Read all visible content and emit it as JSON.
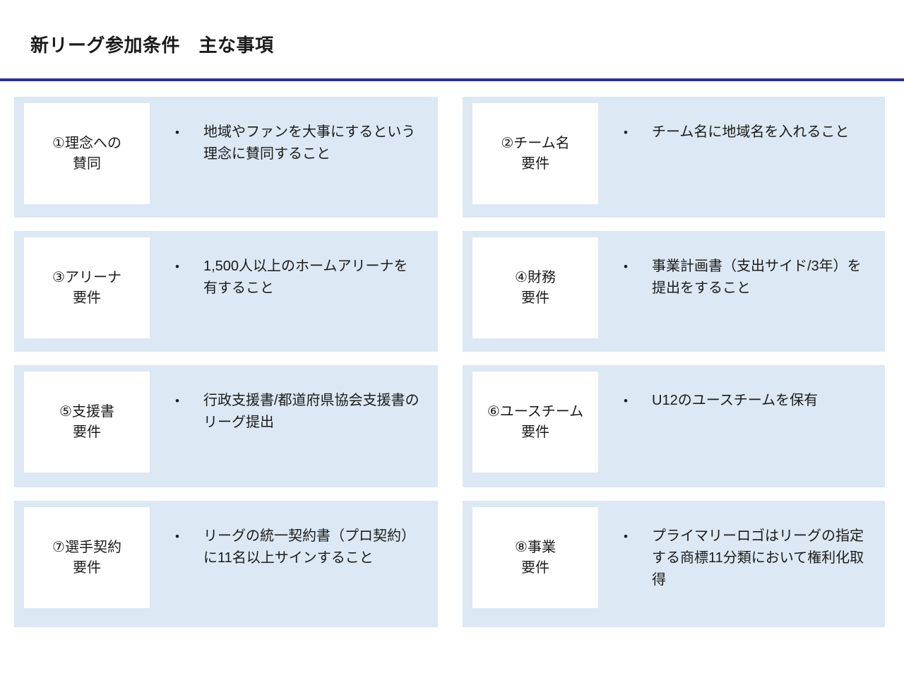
{
  "header": {
    "title": "新リーグ参加条件　主な事項"
  },
  "glyphs": {
    "bullet": "•"
  },
  "colors": {
    "card_bg": "#dce8f3",
    "label_bg": "#ffffff",
    "divider": "#2f3192",
    "text": "#1b1b1b"
  },
  "cards": [
    {
      "label": "①理念への\n賛同",
      "bullets": [
        "地域やファンを大事にするという理念に賛同すること"
      ]
    },
    {
      "label": "②チーム名\n要件",
      "bullets": [
        "チーム名に地域名を入れること"
      ]
    },
    {
      "label": "③アリーナ\n要件",
      "bullets": [
        "1,500人以上のホームアリーナを有すること"
      ]
    },
    {
      "label": "④財務\n要件",
      "bullets": [
        "事業計画書（支出サイド/3年）を提出をすること"
      ]
    },
    {
      "label": "⑤支援書\n要件",
      "bullets": [
        "行政支援書/都道府県協会支援書のリーグ提出"
      ]
    },
    {
      "label": "⑥ユースチーム\n要件",
      "bullets": [
        "U12のユースチームを保有"
      ]
    },
    {
      "label": "⑦選手契約\n要件",
      "bullets": [
        "リーグの統一契約書（プロ契約）に11名以上サインすること"
      ]
    },
    {
      "label": "⑧事業\n要件",
      "bullets": [
        "プライマリーロゴはリーグの指定する商標11分類において権利化取得"
      ]
    }
  ]
}
